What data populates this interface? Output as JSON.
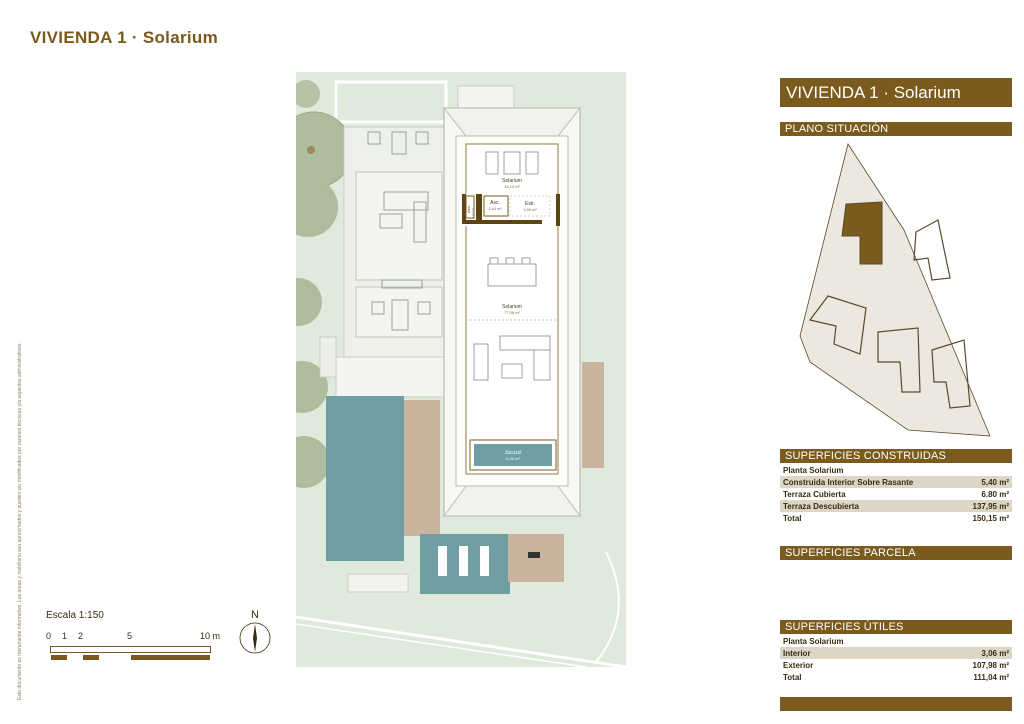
{
  "page": {
    "title": "VIVIENDA 1  · Solarium",
    "side_note": "Este documento es meramente informativo. Las áreas y mobiliario son aproximados y pueden ser modificados por razones técnicas y/o aspectos administrativos."
  },
  "plan": {
    "rooms": [
      {
        "name": "Solarium",
        "area": "16,10 m²"
      },
      {
        "name": "Alm.",
        "area": "1,07 m²"
      },
      {
        "name": "Asc.",
        "area": "1,44 m²"
      },
      {
        "name": "Estr.",
        "area": "3,90 m²"
      },
      {
        "name": "Solarium",
        "area": "77,08 m²"
      },
      {
        "name": "Jacuzzi",
        "area": "5,30 m²"
      }
    ]
  },
  "panel": {
    "header": "VIVIENDA 1  · Solarium",
    "plano_situacion": "PLANO SITUACIÓN",
    "superficies_construidas": {
      "title": "SUPERFICIES CONSTRUIDAS",
      "subtitle": "Planta Solarium",
      "rows": [
        {
          "label": "Construida Interior Sobre Rasante",
          "value": "5,40 m²",
          "shaded": true
        },
        {
          "label": "Terraza Cubierta",
          "value": "6.80 m²",
          "shaded": false
        },
        {
          "label": "Terraza Descubierta",
          "value": "137,95 m²",
          "shaded": true
        },
        {
          "label": "Total",
          "value": "150,15 m²",
          "shaded": false
        }
      ]
    },
    "superficies_parcela": {
      "title": "SUPERFICIES PARCELA"
    },
    "superficies_utiles": {
      "title": "SUPERFICIES ÚTILES",
      "subtitle": "Planta Solarium",
      "rows": [
        {
          "label": "Interior",
          "value": "3,06 m²",
          "shaded": true
        },
        {
          "label": "Exterior",
          "value": "107,98 m²",
          "shaded": false
        },
        {
          "label": "Total",
          "value": "111,04 m²",
          "shaded": false
        }
      ]
    }
  },
  "scale": {
    "label": "Escala 1:150",
    "ticks": [
      "0",
      "1",
      "2",
      "5",
      "10 m"
    ],
    "north": "N"
  },
  "colors": {
    "brand": "#7a5b1d",
    "shade": "#ddd5c6",
    "garden": "#dfe9dc",
    "pool": "#6f9ea3"
  }
}
